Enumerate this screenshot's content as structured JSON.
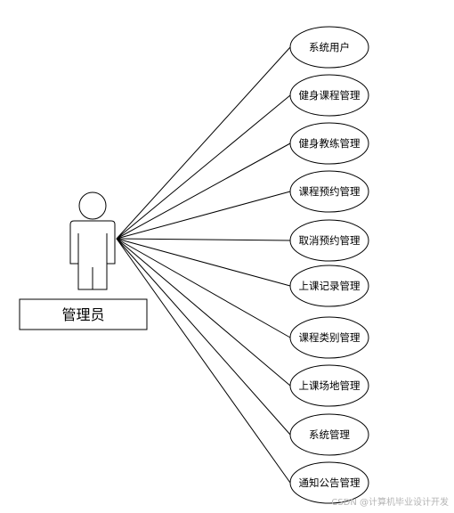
{
  "actor": {
    "name": "管理员"
  },
  "use_cases": [
    {
      "label": "系统用户"
    },
    {
      "label": "健身课程管理"
    },
    {
      "label": "健身教练管理"
    },
    {
      "label": "课程预约管理"
    },
    {
      "label": "取消预约管理"
    },
    {
      "label": "上课记录管理"
    },
    {
      "label": "课程类别管理"
    },
    {
      "label": "上课场地管理"
    },
    {
      "label": "系统管理"
    },
    {
      "label": "通知公告管理"
    }
  ],
  "watermark": "CSDN @计算机毕业设计开发",
  "colors": {
    "stroke": "#000000",
    "background": "#ffffff",
    "watermark": "#b4b4b4"
  }
}
